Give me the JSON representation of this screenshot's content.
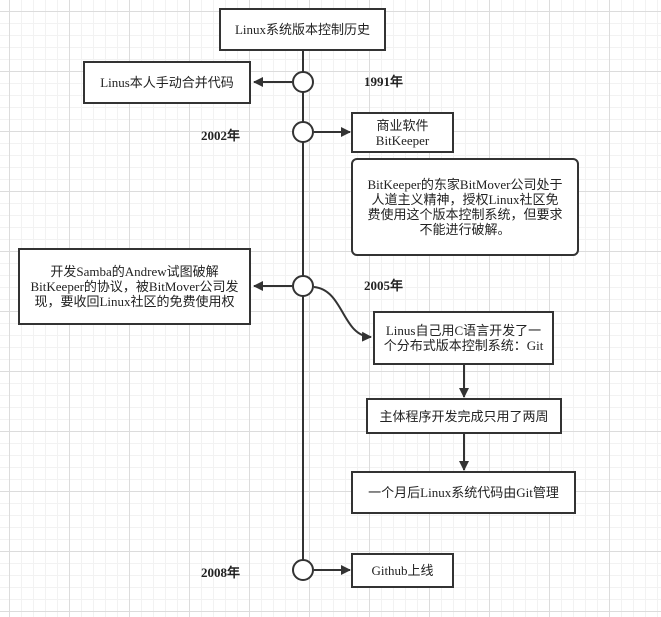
{
  "diagram": {
    "title": "Linux系统版本控制历史",
    "years": {
      "y1991": "1991年",
      "y2002": "2002年",
      "y2005": "2005年",
      "y2008": "2008年"
    },
    "nodes": {
      "manual_merge": "Linus本人手动合并代码",
      "bitkeeper": "商业软件BitKeeper",
      "bitkeeper_license": "BitKeeper的东家BitMover公司处于人道主义精神，授权Linux社区免费使用这个版本控制系统，但要求不能进行破解。",
      "samba_crack": "开发Samba的Andrew试图破解BitKeeper的协议，被BitMover公司发现，要收回Linux社区的免费使用权",
      "git_created": "Linus自己用C语言开发了一个分布式版本控制系统：Git",
      "two_weeks": "主体程序开发完成只用了两周",
      "one_month": "一个月后Linux系统代码由Git管理",
      "github": "Github上线"
    },
    "colors": {
      "stroke": "#333333",
      "grid": "#dcdcdc",
      "background": "#ffffff"
    }
  }
}
